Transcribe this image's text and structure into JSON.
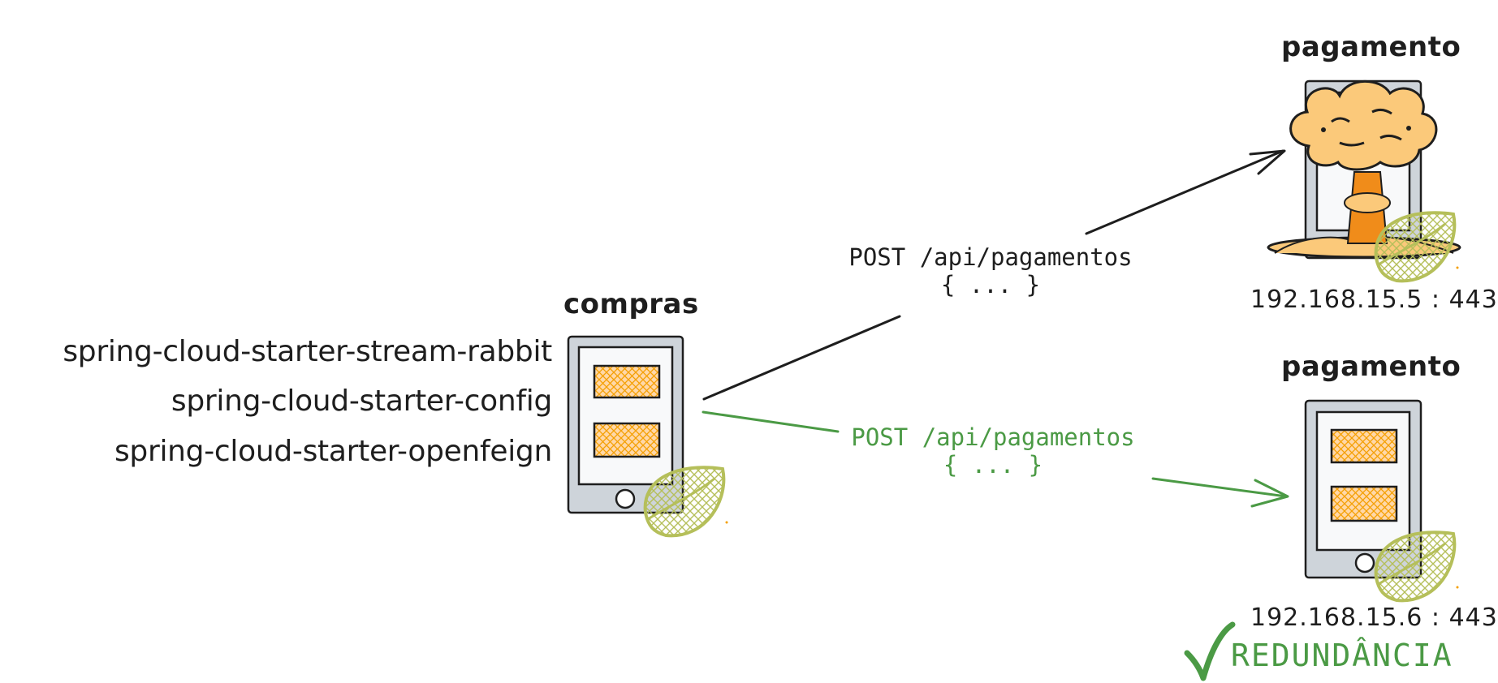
{
  "services": {
    "compras": {
      "name": "compras",
      "dependencies": [
        "spring-cloud-starter-stream-rabbit",
        "spring-cloud-starter-config",
        "spring-cloud-starter-openfeign"
      ]
    },
    "pagamento_primary": {
      "name": "pagamento",
      "address": "192.168.15.5 : 443",
      "state": "exploded"
    },
    "pagamento_secondary": {
      "name": "pagamento",
      "address": "192.168.15.6 : 443"
    }
  },
  "requests": {
    "to_primary": {
      "method_path": "POST /api/pagamentos",
      "body": "{ ... }"
    },
    "to_secondary": {
      "method_path": "POST /api/pagamentos",
      "body": "{ ... }"
    }
  },
  "note": {
    "icon": "checkmark-icon",
    "text": "REDUNDÂNCIA"
  },
  "colors": {
    "ink": "#1e1e1e",
    "green": "#4b9a45",
    "device_fill": "#ced4da",
    "screen_fill": "#f8f9fa",
    "panel_fill": "#ffd8a8",
    "panel_hatch": "#f59f00",
    "leaf": "#b5bf5a",
    "explosion_cloud": "#fbc97a",
    "explosion_stem": "#f08c1a"
  }
}
